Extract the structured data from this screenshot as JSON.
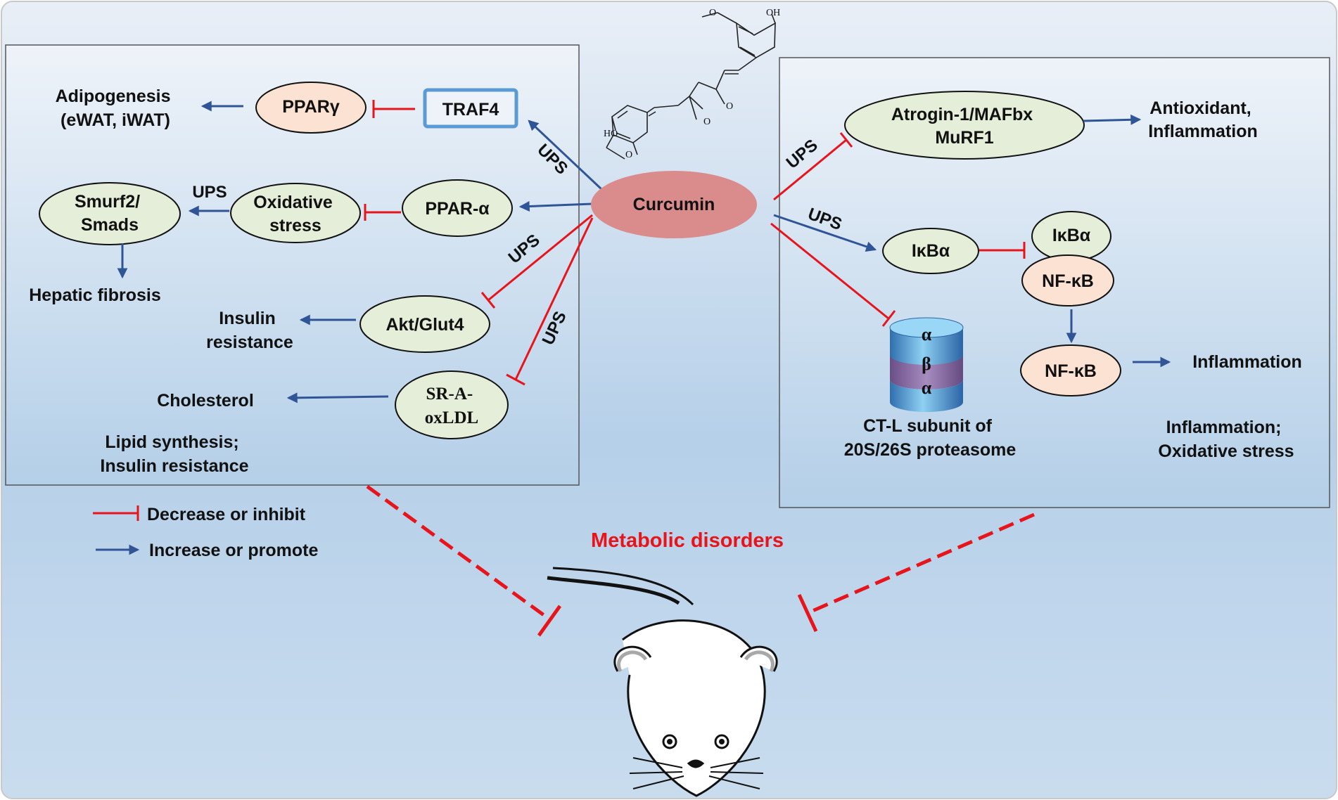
{
  "center": {
    "label": "Curcumin"
  },
  "left_panel": {
    "adipogenesis": [
      "Adipogenesis",
      "(eWAT, iWAT)"
    ],
    "ppar_gamma": "PPARγ",
    "traf4": "TRAF4",
    "smurf2": [
      "Smurf2/",
      "Smads"
    ],
    "oxidative_stress": [
      "Oxidative",
      "stress"
    ],
    "ppar_alpha": "PPAR-α",
    "hepatic_fibrosis": "Hepatic fibrosis",
    "insulin_resistance": [
      "Insulin",
      "resistance"
    ],
    "akt_glut4": "Akt/Glut4",
    "cholesterol": "Cholesterol",
    "sr_a": [
      "SR-A-",
      "oxLDL"
    ],
    "lipid_synthesis": [
      "Lipid synthesis;",
      "Insulin resistance"
    ]
  },
  "right_panel": {
    "atrogin": [
      "Atrogin-1/MAFbx",
      "MuRF1"
    ],
    "antioxidant": [
      "Antioxidant,",
      "Inflammation"
    ],
    "ikba_left": "IκBα",
    "ikba_right": "IκBα",
    "nfkb_complex": "NF-κB",
    "nfkb_free": "NF-κB",
    "inflammation": "Inflammation",
    "proteasome_caption": [
      "CT-L subunit of",
      "20S/26S proteasome"
    ],
    "proteasome_alpha": "α",
    "proteasome_beta": "β",
    "inflammation_oxidative": [
      "Inflammation;",
      "Oxidative stress"
    ]
  },
  "ups_label": "UPS",
  "legend": {
    "inhibit": "Decrease or inhibit",
    "promote": "Increase or promote"
  },
  "title": "Metabolic disorders",
  "molecule_labels": {
    "ho": "HO",
    "oh": "OH",
    "o": "O"
  },
  "colors": {
    "inhibit_red": "#e8141b",
    "promote_blue": "#2f5597",
    "curcumin_fill": "#da8c8c",
    "green_fill": "#e5eed8",
    "peach_fill": "#fbe2d2",
    "traf4_border": "#5b9bd5",
    "title_red": "#e8141b"
  }
}
